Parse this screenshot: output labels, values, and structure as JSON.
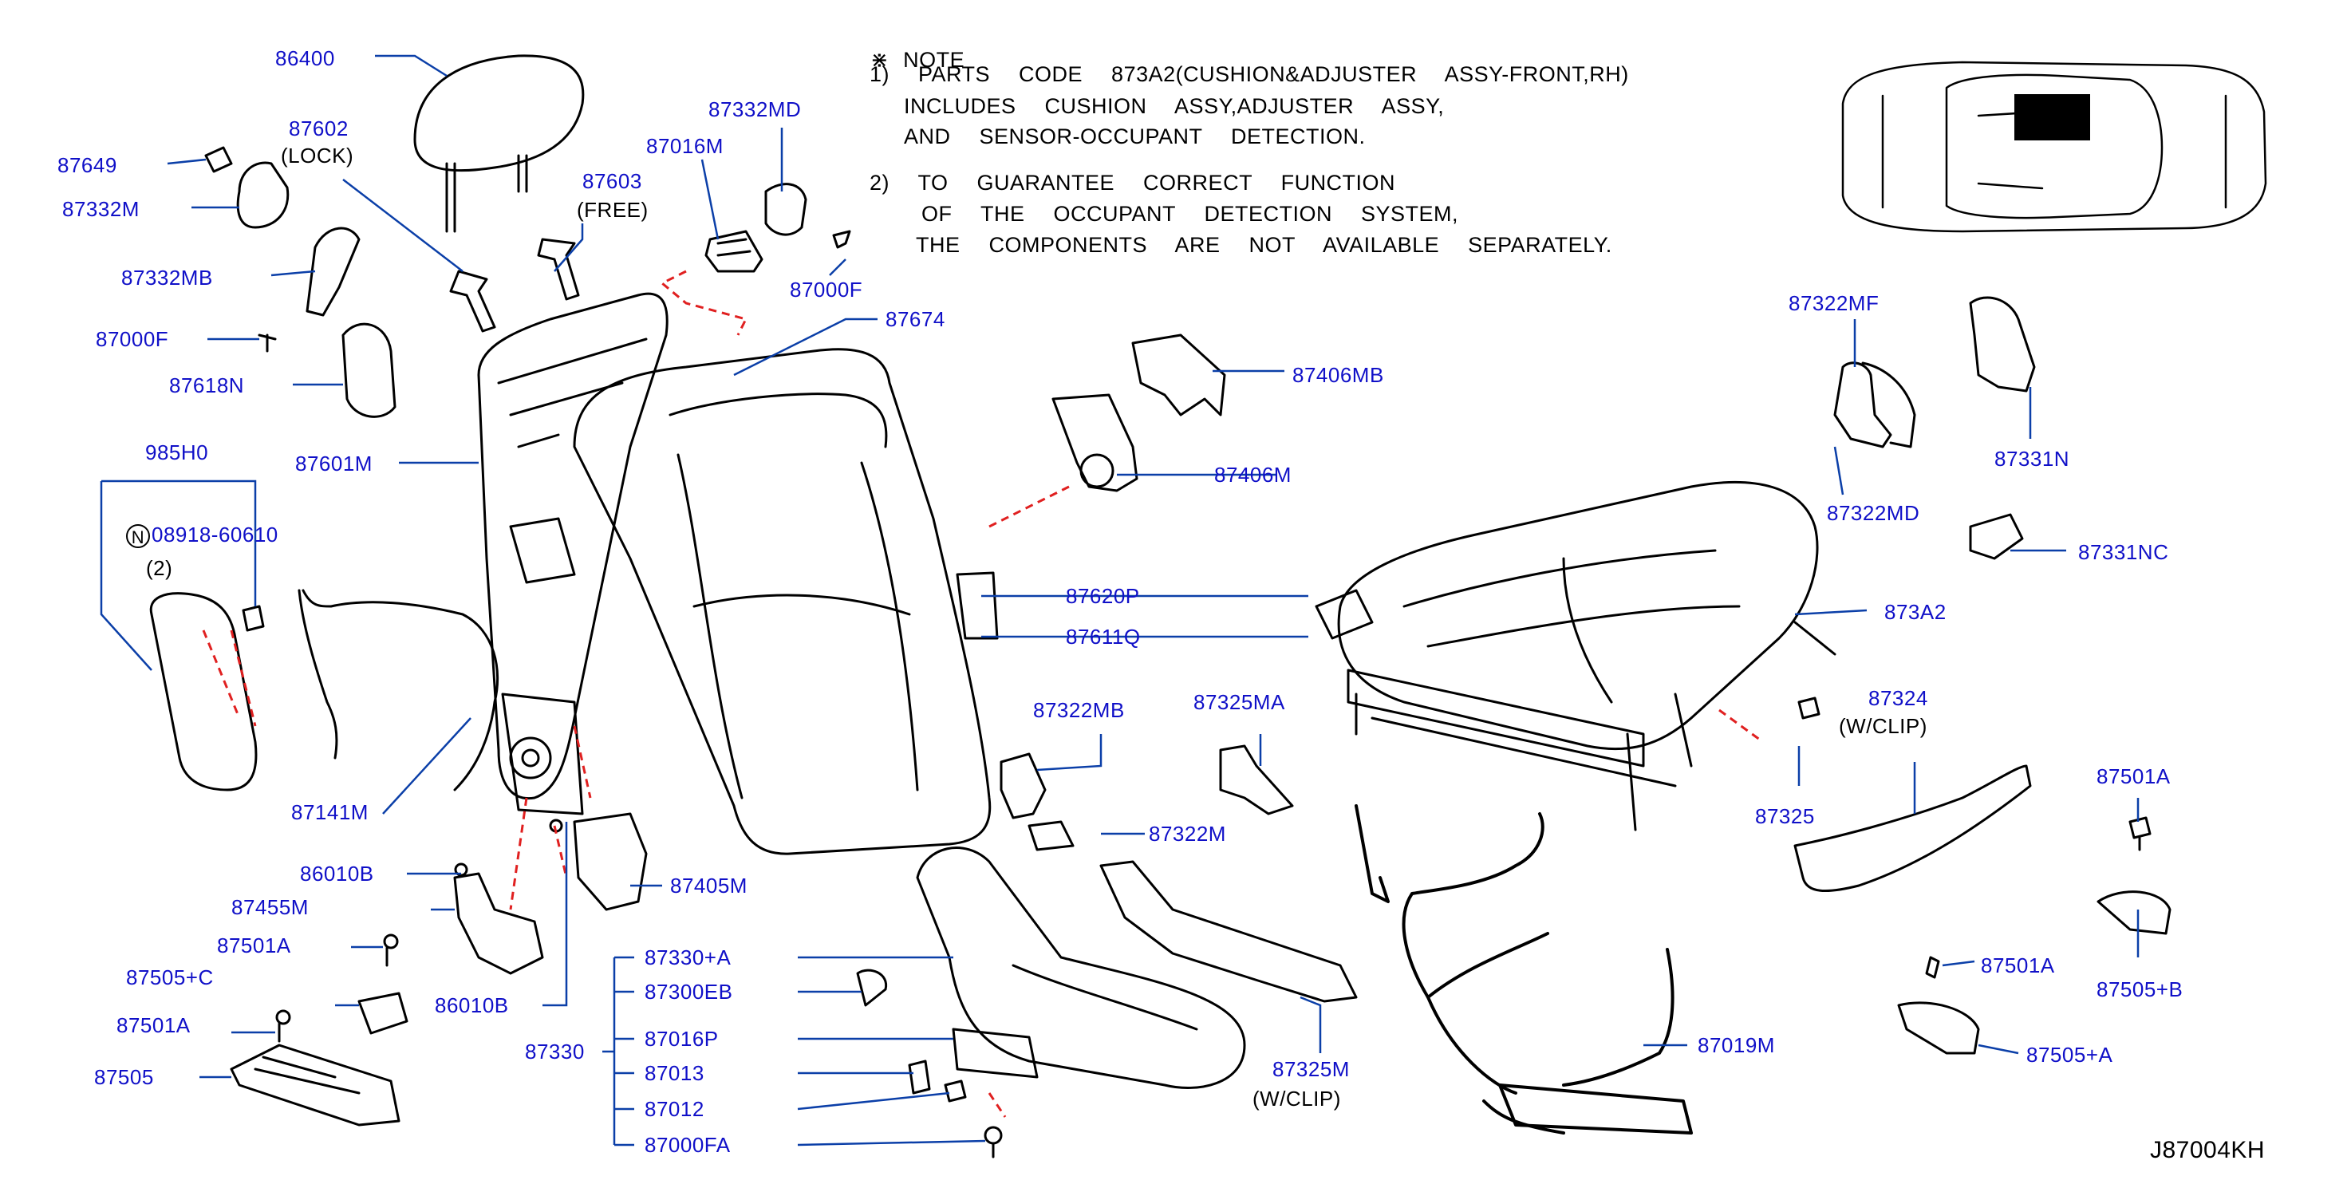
{
  "colors": {
    "label": "#1010c8",
    "leader": "#0b3fa8",
    "line": "#000000",
    "dash": "#e02020"
  },
  "note": {
    "mark": "⋇",
    "heading": "NOTE",
    "item1_line1": "1)  PARTS  CODE  873A2(CUSHION&ADJUSTER  ASSY-FRONT,RH)",
    "item1_line2": "INCLUDES  CUSHION  ASSY,ADJUSTER  ASSY,",
    "item1_line3": "AND  SENSOR-OCCUPANT  DETECTION.",
    "item2_line1": "2)  TO  GUARANTEE  CORRECT  FUNCTION",
    "item2_line2": "OF  THE  OCCUPANT  DETECTION  SYSTEM,",
    "item2_line3": "THE  COMPONENTS  ARE  NOT  AVAILABLE  SEPARATELY."
  },
  "diagram_code": "J87004KH",
  "labels": {
    "p86400": "86400",
    "p87602": "87602",
    "p87602_note": "(LOCK)",
    "p87649": "87649",
    "p87332M": "87332M",
    "p87332MB": "87332MB",
    "p87000F_l": "87000F",
    "p87618N": "87618N",
    "p985H0": "985H0",
    "p08918": "08918-60610",
    "p08918_circle": "N",
    "p08918_qty": "(2)",
    "p87601M": "87601M",
    "p87603": "87603",
    "p87603_note": "(FREE)",
    "p87016M": "87016M",
    "p87332MD": "87332MD",
    "p87000F_r": "87000F",
    "p87674": "87674",
    "p87406MB": "87406MB",
    "p87406M": "87406M",
    "p87620P": "87620P",
    "p87611Q": "87611Q",
    "p87141M": "87141M",
    "p86010B_a": "86010B",
    "p87455M": "87455M",
    "p87501A_1": "87501A",
    "p87505C": "87505+C",
    "p87501A_2": "87501A",
    "p87505": "87505",
    "p86010B_b": "86010B",
    "p87405M": "87405M",
    "p87330": "87330",
    "p87330A": "87330+A",
    "p87300EB": "87300EB",
    "p87016P": "87016P",
    "p87013": "87013",
    "p87012": "87012",
    "p87000FA": "87000FA",
    "p87322MB": "87322MB",
    "p87322M": "87322M",
    "p87325MA": "87325MA",
    "p87325M": "87325M",
    "p87325M_note": "(W/CLIP)",
    "p87019M": "87019M",
    "p87322MF": "87322MF",
    "p87322MD": "87322MD",
    "p87331N": "87331N",
    "p87331NC": "87331NC",
    "p873A2": "873A2",
    "p87324": "87324",
    "p87324_note": "(W/CLIP)",
    "p87325": "87325",
    "p87501A_3": "87501A",
    "p87505B": "87505+B",
    "p87501A_4": "87501A",
    "p87505A": "87505+A"
  }
}
